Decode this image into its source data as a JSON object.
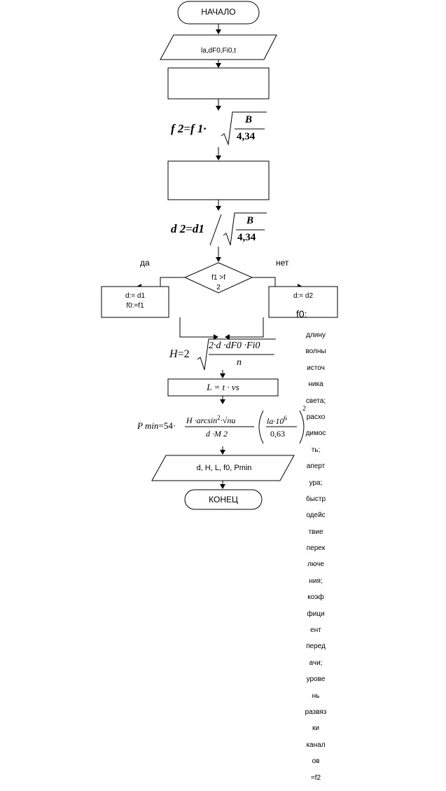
{
  "start_label": "НАЧАЛО",
  "input_label": "la,dF0,Fi0,t",
  "formula_f2": {
    "lhs": "f 2",
    "coef": "f 1·",
    "num": "B",
    "den": "4,34"
  },
  "formula_d2": {
    "lhs": "d 2",
    "coef": "d1",
    "num": "B",
    "den": "4,34"
  },
  "decision": {
    "line1": "f1 >f",
    "line2": "2",
    "yes": "да",
    "no": "нет"
  },
  "yes_branch": {
    "line1": "d:= d1",
    "line2": "f0:=f1"
  },
  "no_branch": {
    "line1": "d:= d2"
  },
  "formula_H": {
    "lhs": "H",
    "coef": "2",
    "num": "2·d ·dF0 ·Fi0",
    "den": "n"
  },
  "formula_L": "L = t · vs",
  "formula_P": {
    "lhs": "P min",
    "coef": "54·",
    "num": "H ·arcsin",
    "exp": "2",
    "num_tail": "·√nu",
    "den": "d ·M 2",
    "paren_num": "la·10",
    "paren_exp": "6",
    "paren_den": "0,63",
    "outer_exp": "2"
  },
  "output_label": "d, H, L, f0, Pmin",
  "end_label": "КОНЕЦ",
  "side_notes": {
    "head": "f0:",
    "words": [
      "длину",
      "волны",
      "источ",
      "ника",
      "света;",
      "расхо",
      "димос",
      "ть;",
      "аперт",
      "ура;",
      "быстр",
      "одейс",
      "твие",
      "перек",
      "лючe",
      "ния;",
      "коэф",
      "фици",
      "ент",
      "перед",
      "ачи;",
      "урове",
      "нь",
      "развяз",
      "ки",
      "канал",
      "ов",
      "=f2"
    ]
  }
}
